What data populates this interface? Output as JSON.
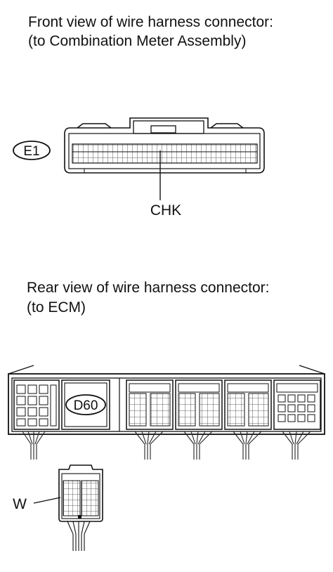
{
  "front_view": {
    "line1": "Front view of wire harness connector:",
    "line2": "(to Combination Meter Assembly)",
    "connector_code": "E1",
    "pin_label": "CHK"
  },
  "rear_view": {
    "line1": "Rear view of wire harness connector:",
    "line2": "(to ECM)",
    "connector_code": "D60",
    "wire_label": "W"
  }
}
